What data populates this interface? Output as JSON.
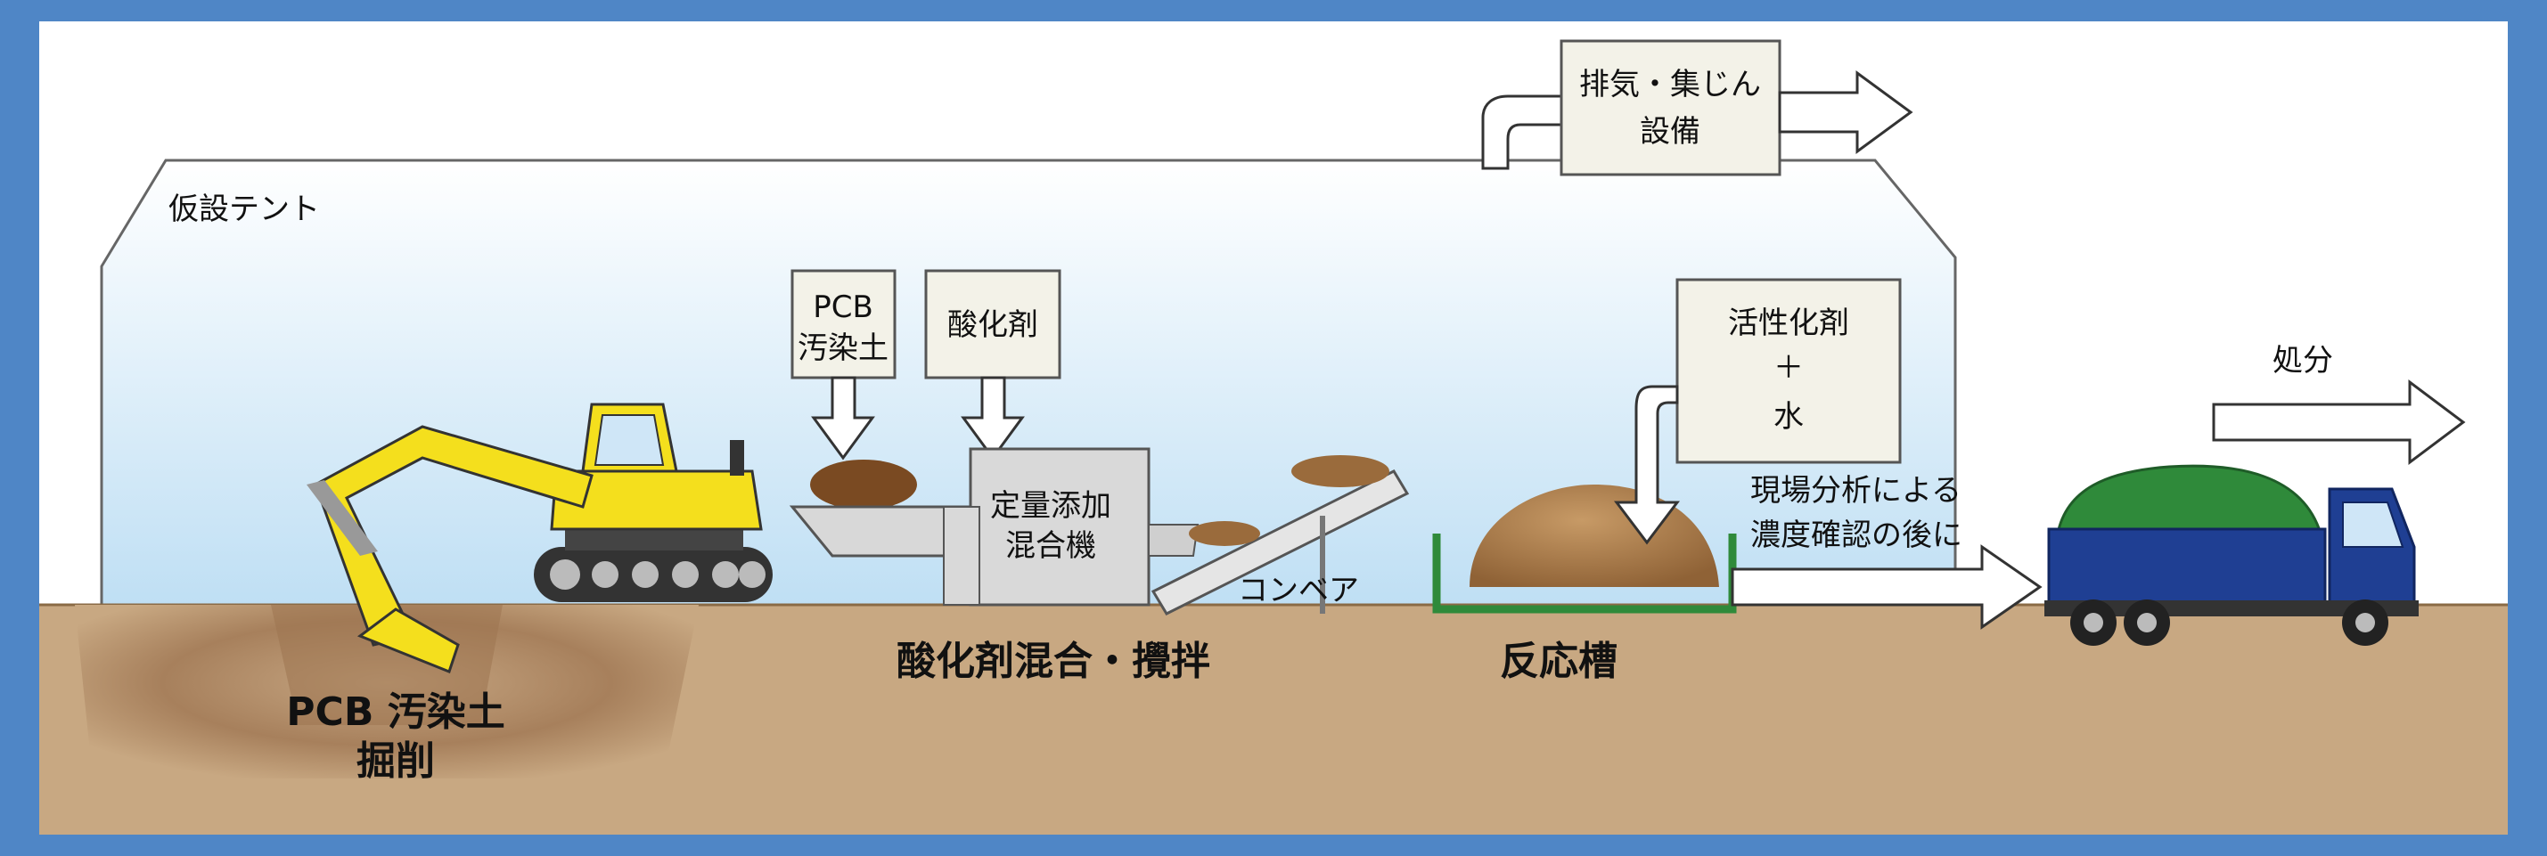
{
  "labels": {
    "tent": "仮設テント",
    "exhaust_line1": "排気・集じん",
    "exhaust_line2": "設備",
    "pcb_input_line1": "PCB",
    "pcb_input_line2": "汚染土",
    "oxidizer": "酸化剤",
    "activator_line1": "活性化剤",
    "activator_plus": "＋",
    "activator_line2": "水",
    "disposal": "処分",
    "mixer_line1": "定量添加",
    "mixer_line2": "混合機",
    "conveyor": "コンベア",
    "analysis_line1": "現場分析による",
    "analysis_line2": "濃度確認の後に",
    "step_mixing": "酸化剤混合・攪拌",
    "step_reactor": "反応槽",
    "step_excavation_line1": "PCB 汚染土",
    "step_excavation_line2": "掘削"
  },
  "colors": {
    "frame": "#4f86c6",
    "ground": "#c8a882",
    "tent_sky": "#cfe6f7",
    "excavator": "#f4df1d",
    "soil": "#9a6b3c",
    "reactor_wall": "#2f8a3a",
    "truck_body": "#1f3f93",
    "truck_cover": "#2f8a3a"
  }
}
